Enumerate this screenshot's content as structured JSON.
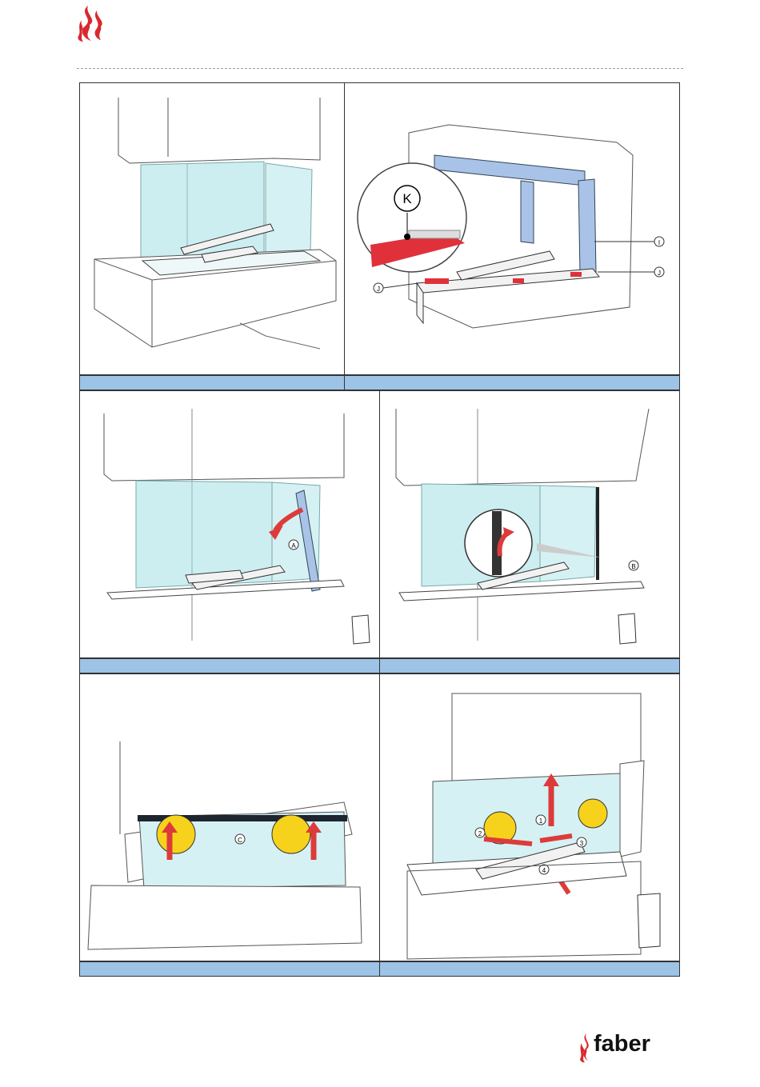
{
  "brand": {
    "name": "faber",
    "flame_color": "#d9282f",
    "logo_icon": "flame-logo-icon"
  },
  "colors": {
    "caption_band": "#9dc3e6",
    "glass": "#cdeef0",
    "frame_highlight": "#a9c3e8",
    "part_red": "#e0313b",
    "suction_cup_yellow": "#f7d21c",
    "arrow_red": "#dd3b3b"
  },
  "figures": [
    {
      "id": "fig1",
      "labels": []
    },
    {
      "id": "fig2",
      "labels": [
        "K",
        "I",
        "J",
        "J"
      ]
    },
    {
      "id": "fig3",
      "labels": [
        "A"
      ]
    },
    {
      "id": "fig4",
      "labels": [
        "B"
      ]
    },
    {
      "id": "fig5",
      "labels": [
        "C"
      ]
    },
    {
      "id": "fig6",
      "labels": [
        "1",
        "2",
        "3",
        "4"
      ]
    }
  ]
}
